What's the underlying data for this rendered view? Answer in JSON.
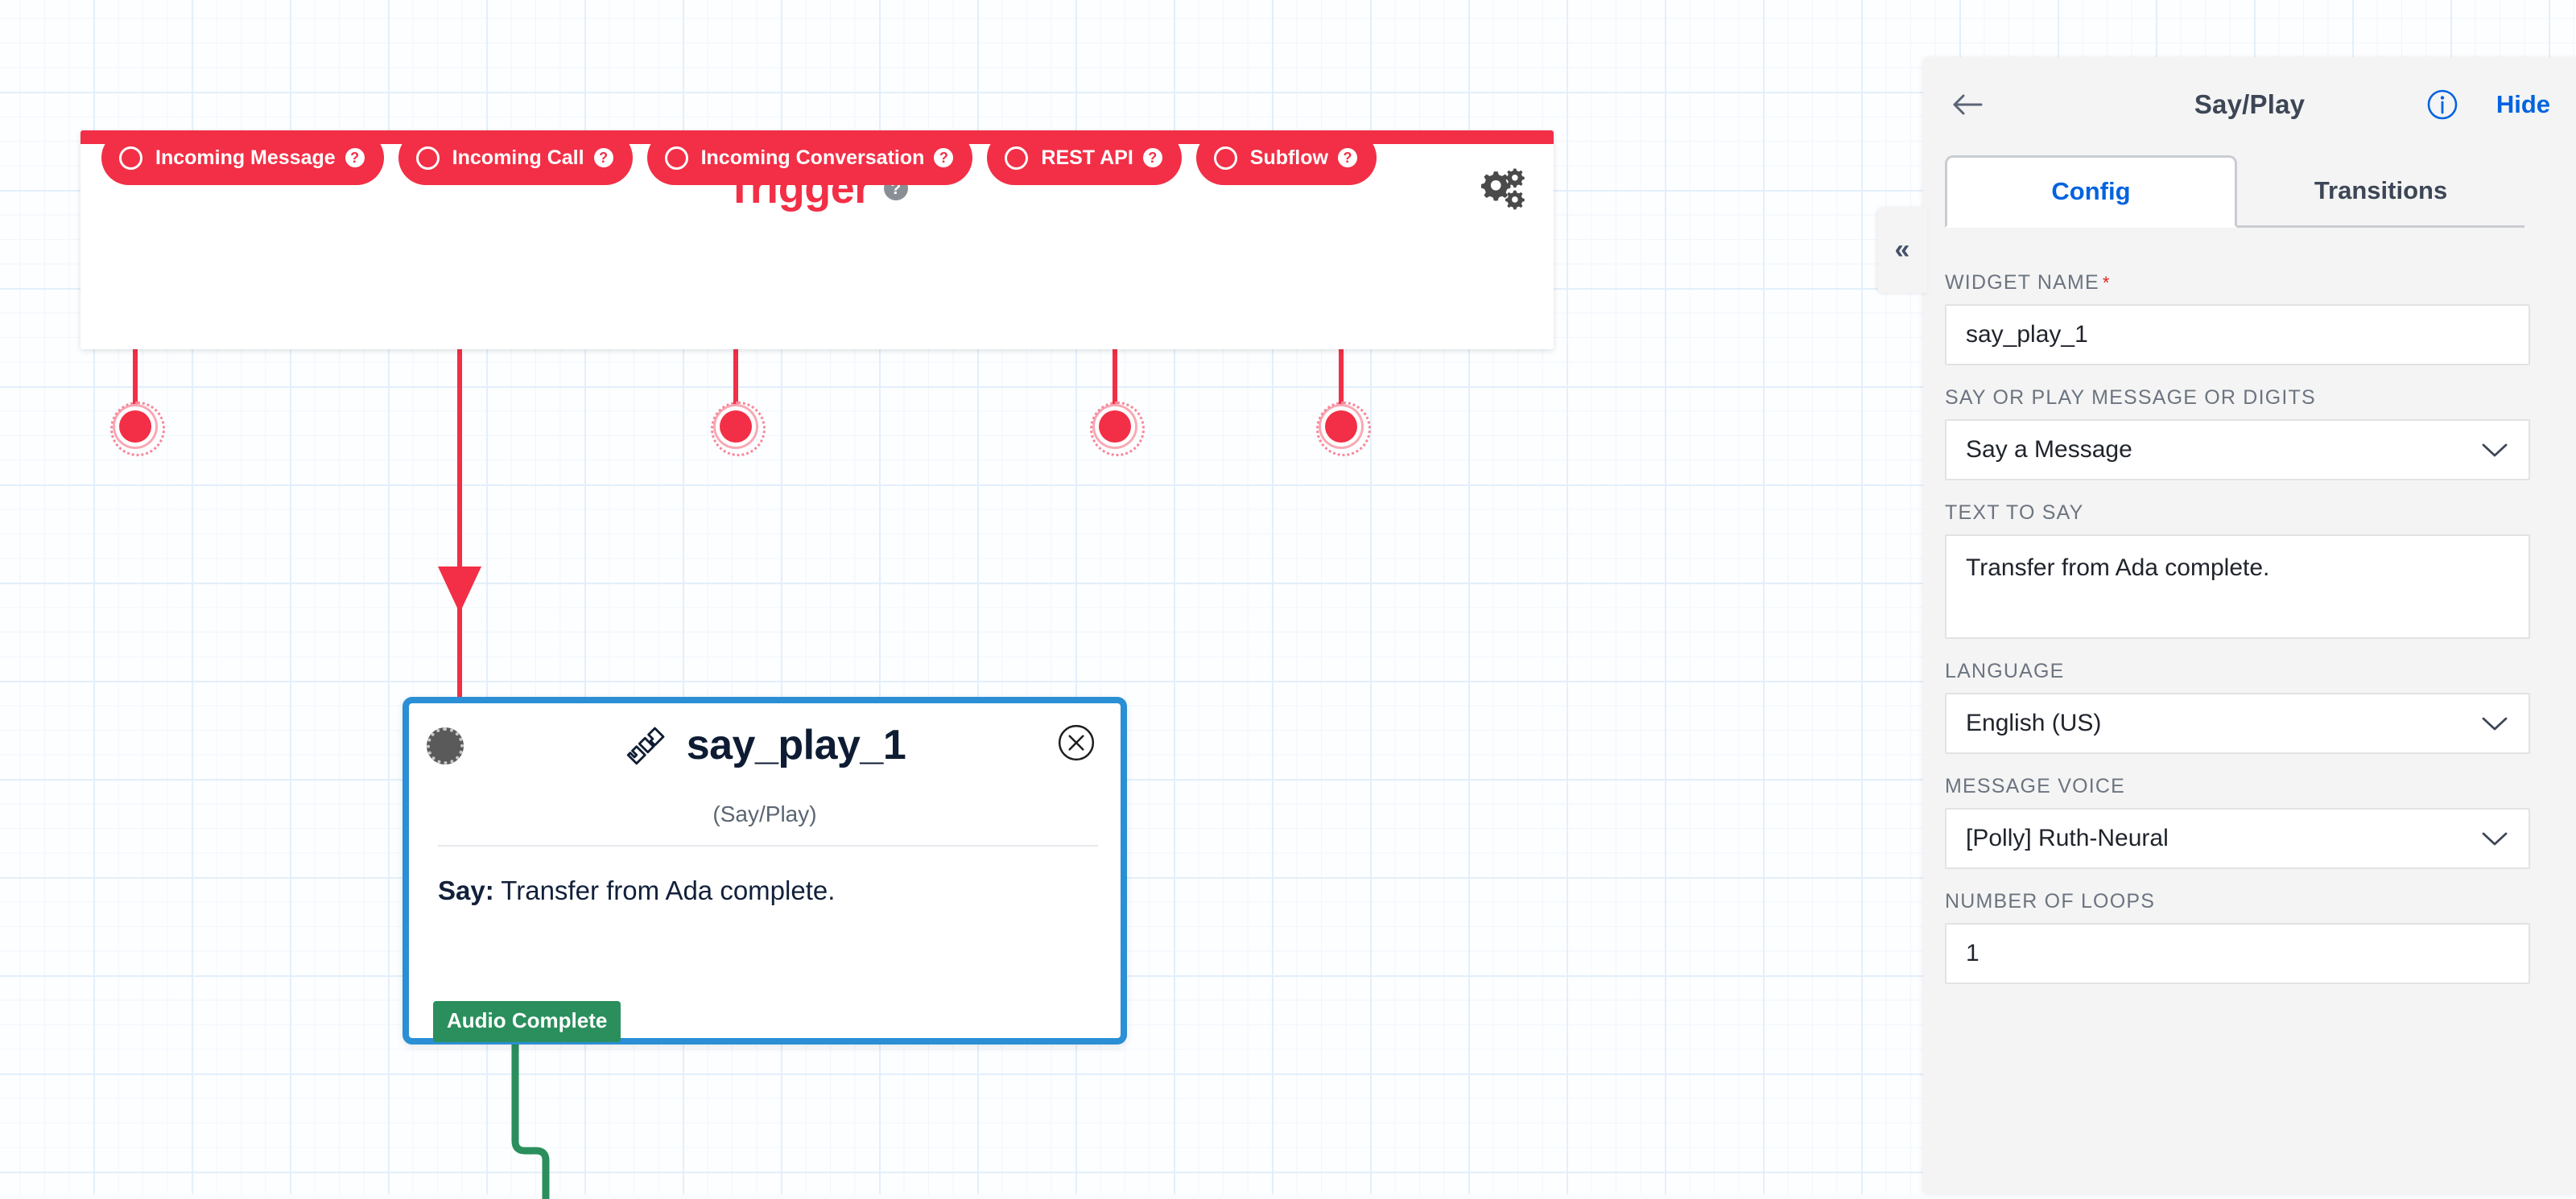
{
  "canvas": {
    "trigger": {
      "title": "Trigger",
      "help_icon": "help-circle-icon",
      "help_glyph": "?",
      "settings_icon": "gears-icon",
      "accent_color": "#f22f46",
      "pills": [
        {
          "label": "Incoming Message",
          "help_glyph": "?"
        },
        {
          "label": "Incoming Call",
          "help_glyph": "?"
        },
        {
          "label": "Incoming Conversation",
          "help_glyph": "?"
        },
        {
          "label": "REST API",
          "help_glyph": "?"
        },
        {
          "label": "Subflow",
          "help_glyph": "?"
        }
      ]
    },
    "node": {
      "title": "say_play_1",
      "icon": "phone-handset-icon",
      "subtitle": "(Say/Play)",
      "body_prefix": "Say:",
      "body_text": " Transfer from Ada complete.",
      "close_icon": "close-circle-icon",
      "input_dot": "node-input-connector",
      "border_color": "#2a8fd4",
      "transition_tag": "Audio Complete",
      "transition_color": "#2a8f5c"
    }
  },
  "panel": {
    "back_icon": "arrow-left-icon",
    "title": "Say/Play",
    "info_icon": "info-circle-icon",
    "hide_label": "Hide",
    "collapse_glyph": "«",
    "tabs": [
      {
        "label": "Config",
        "active": true
      },
      {
        "label": "Transitions",
        "active": false
      }
    ],
    "fields": [
      {
        "label": "WIDGET NAME",
        "required": true,
        "type": "input",
        "value": "say_play_1",
        "placeholder": ""
      },
      {
        "label": "SAY OR PLAY MESSAGE OR DIGITS",
        "required": false,
        "type": "select",
        "value": "Say a Message"
      },
      {
        "label": "TEXT TO SAY",
        "required": false,
        "type": "textarea",
        "value": "Transfer from Ada complete.",
        "placeholder": ""
      },
      {
        "label": "LANGUAGE",
        "required": false,
        "type": "select",
        "value": "English (US)"
      },
      {
        "label": "MESSAGE VOICE",
        "required": false,
        "type": "select",
        "value": "[Polly] Ruth-Neural"
      },
      {
        "label": "NUMBER OF LOOPS",
        "required": false,
        "type": "input",
        "value": "1",
        "placeholder": ""
      }
    ]
  }
}
